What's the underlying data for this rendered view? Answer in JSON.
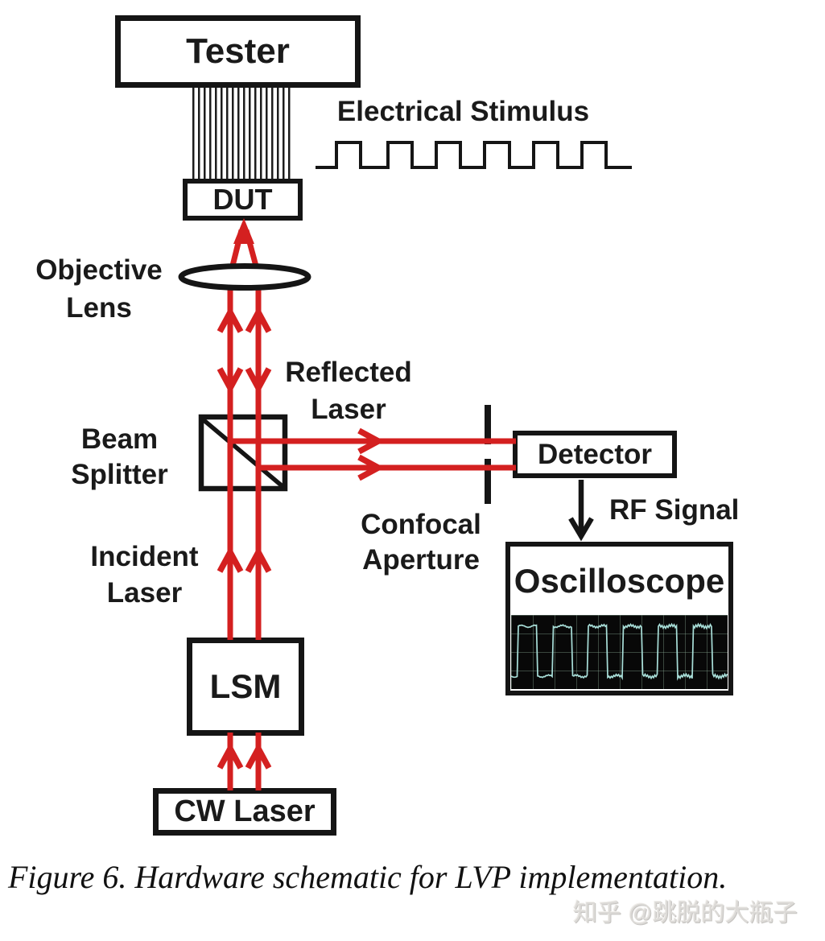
{
  "nodes": {
    "tester": "Tester",
    "dut": "DUT",
    "detector": "Detector",
    "oscilloscope": "Oscilloscope",
    "lsm": "LSM",
    "cw_laser": "CW Laser"
  },
  "labels": {
    "electrical_stimulus": "Electrical Stimulus",
    "objective_lens_line1": "Objective",
    "objective_lens_line2": "Lens",
    "reflected_laser_line1": "Reflected",
    "reflected_laser_line2": "Laser",
    "beam_splitter_line1": "Beam",
    "beam_splitter_line2": "Splitter",
    "confocal_aperture_line1": "Confocal",
    "confocal_aperture_line2": "Aperture",
    "incident_laser_line1": "Incident",
    "incident_laser_line2": "Laser",
    "rf_signal": "RF Signal"
  },
  "caption": "Figure 6. Hardware schematic for LVP implementation.",
  "watermark": "知乎 @跳脱的大瓶子",
  "colors": {
    "beam_red": "#d42020",
    "line_black": "#151515",
    "scope_trace": "#a8ded8",
    "scope_background": "#080808"
  }
}
